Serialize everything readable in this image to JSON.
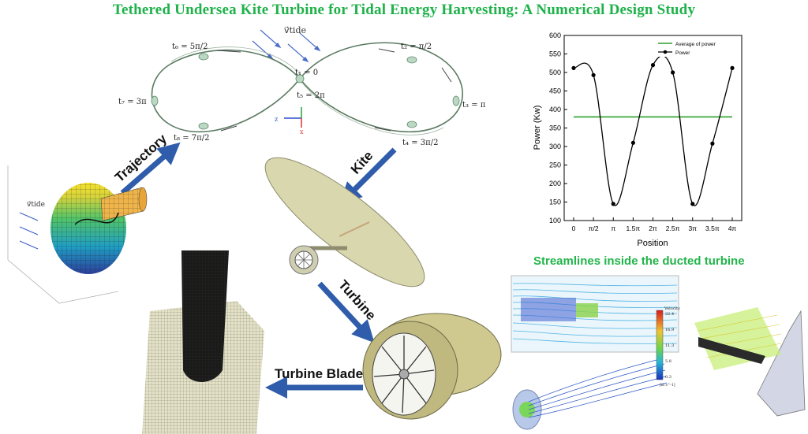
{
  "title": "Tethered Undersea Kite Turbine for Tidal Energy Harvesting: A Numerical Design Study",
  "streamlines_title": "Streamlines inside the ducted turbine",
  "trajectory": {
    "v_tide": "v⃗tide",
    "labels": {
      "t6": "t₆ = 5π/2",
      "t2": "t₂ = π/2",
      "t1": "t₁ = 0",
      "t5": "t₅ = 2π",
      "t7": "t₇ = 3π",
      "t3": "t₃ = π",
      "t8": "t₈ = 7π/2",
      "t4": "t₄ = 3π/2"
    },
    "axis_z": "z",
    "axis_x": "x"
  },
  "arrows": {
    "trajectory": "Trajectory",
    "kite": "Kite",
    "turbine": "Turbine",
    "turbine_blade": "Turbine Blade"
  },
  "sphere_vtide": "v⃗tide",
  "velocity_legend": {
    "title": "Velocity",
    "ticks": [
      "22.4",
      "16.9",
      "11.3",
      "5.8",
      "0.3"
    ],
    "unit": "[m s^-1]"
  },
  "colors": {
    "title_green": "#1fb24a",
    "arrow_blue": "#2f5dab",
    "power_green": "#2ca02c",
    "power_black": "#000000",
    "kite_body": "#d9d7ae"
  },
  "chart_data": {
    "type": "line",
    "xlabel": "Position",
    "ylabel": "Power (Kw)",
    "categories": [
      "0",
      "π/2",
      "π",
      "1.5π",
      "2π",
      "2.5π",
      "3π",
      "3.5π",
      "4π"
    ],
    "ylim": [
      100,
      600
    ],
    "yticks": [
      100,
      150,
      200,
      250,
      300,
      350,
      400,
      450,
      500,
      550,
      600
    ],
    "legend_position": "top-right",
    "series": [
      {
        "name": "Average of power",
        "values": [
          380,
          380,
          380,
          380,
          380,
          380,
          380,
          380,
          380
        ]
      },
      {
        "name": "Power",
        "values": [
          512,
          493,
          145,
          310,
          520,
          500,
          145,
          308,
          512
        ]
      }
    ]
  }
}
